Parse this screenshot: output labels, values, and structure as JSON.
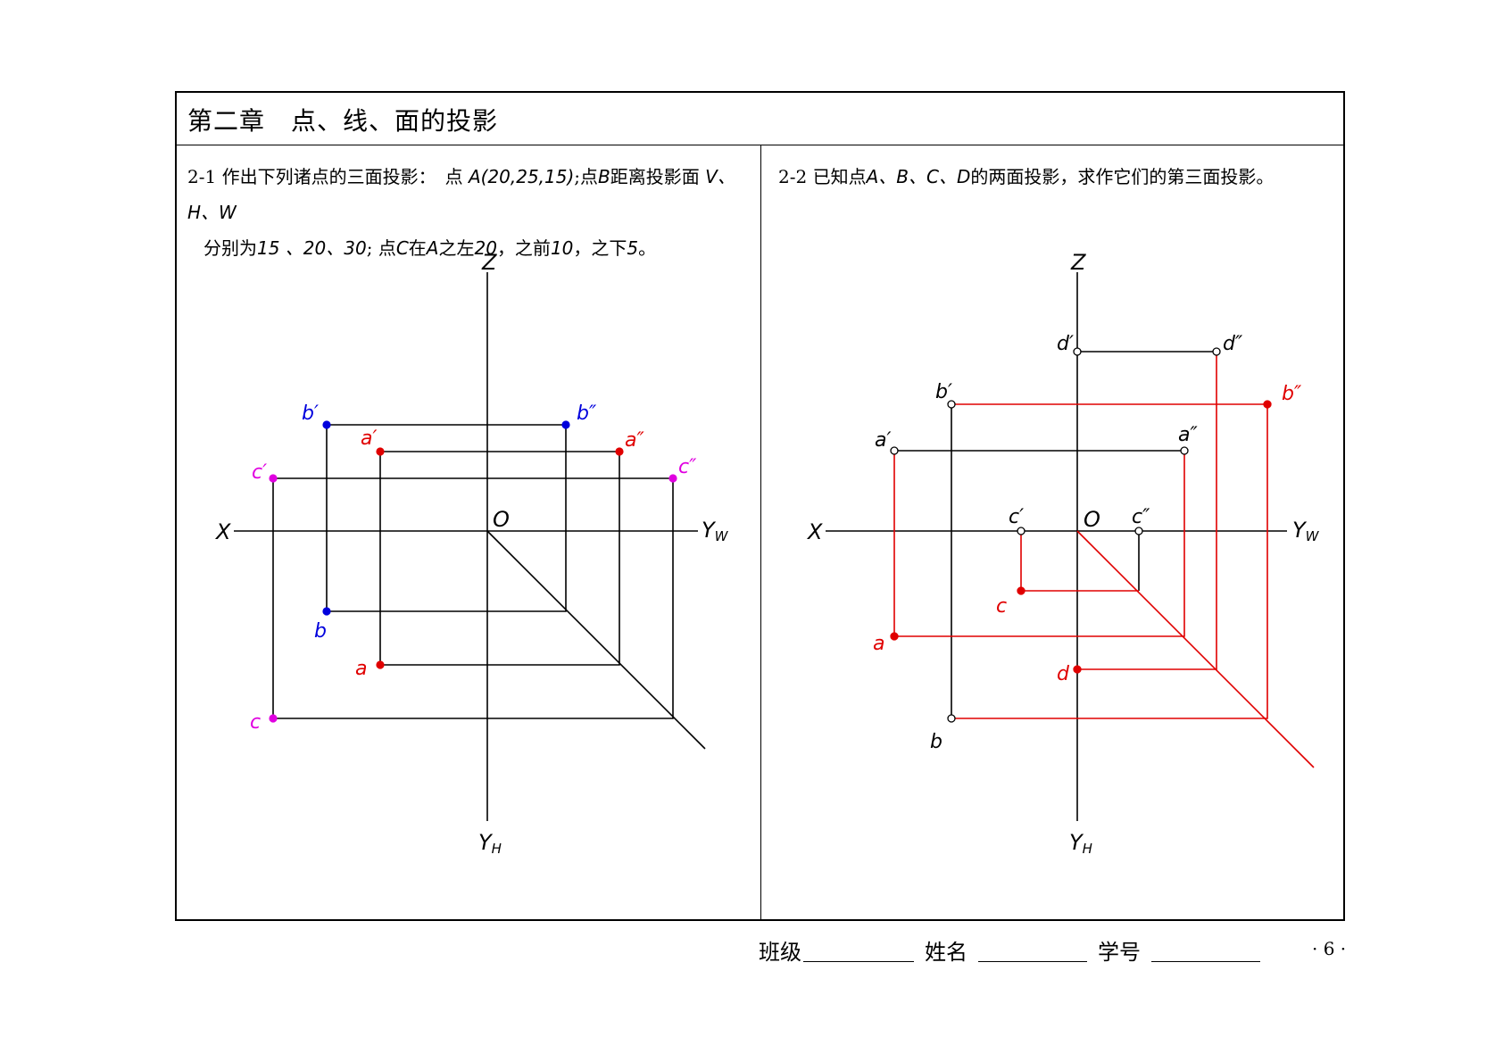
{
  "chapter_title": "第二章　点、线、面的投影",
  "problem1": {
    "number": "2-1",
    "text_a": "作出下列诸点的三面投影：　点",
    "point_a": "A(20,25,15)",
    "text_b": ";点",
    "point_b": "B",
    "text_c": "距离投影面",
    "planes": "V、H、W",
    "text_d": "分别为",
    "distances": "15 、20、30",
    "text_e": "; 点",
    "point_c": "C",
    "text_f": "在",
    "ref_a": "A",
    "text_g": "之左",
    "left_val": "20",
    "text_h": "，之前",
    "front_val": "10",
    "text_i": "，之下",
    "below_val": "5",
    "text_j": "。"
  },
  "problem2": {
    "number": "2-2",
    "text_a": "已知点",
    "points": "A、B、C、D",
    "text_b": "的两面投影，求作它们的第三面投影。"
  },
  "axes": {
    "z": "Z",
    "x": "X",
    "origin": "O",
    "yw": "Y",
    "yw_sub": "W",
    "yh": "Y",
    "yh_sub": "H"
  },
  "diagram1_labels": {
    "b_v": "b′",
    "b_w": "b″",
    "b_h": "b",
    "a_v": "a′",
    "a_w": "a″",
    "a_h": "a",
    "c_v": "c′",
    "c_w": "c″",
    "c_h": "c"
  },
  "diagram2_labels": {
    "d_v": "d′",
    "d_w": "d″",
    "d_h": "d",
    "b_v": "b′",
    "b_w": "b″",
    "b_h": "b",
    "a_v": "a′",
    "a_w": "a″",
    "a_h": "a",
    "c_v": "c′",
    "c_w": "c″",
    "c_h": "c"
  },
  "colors": {
    "point_a": "#e00000",
    "point_b": "#0000dd",
    "point_c": "#e000e0",
    "solution": "#e00000",
    "line": "#000000"
  },
  "footer": {
    "class_label": "班级",
    "name_label": "姓名",
    "id_label": "学号",
    "page": "· 6 ·"
  }
}
